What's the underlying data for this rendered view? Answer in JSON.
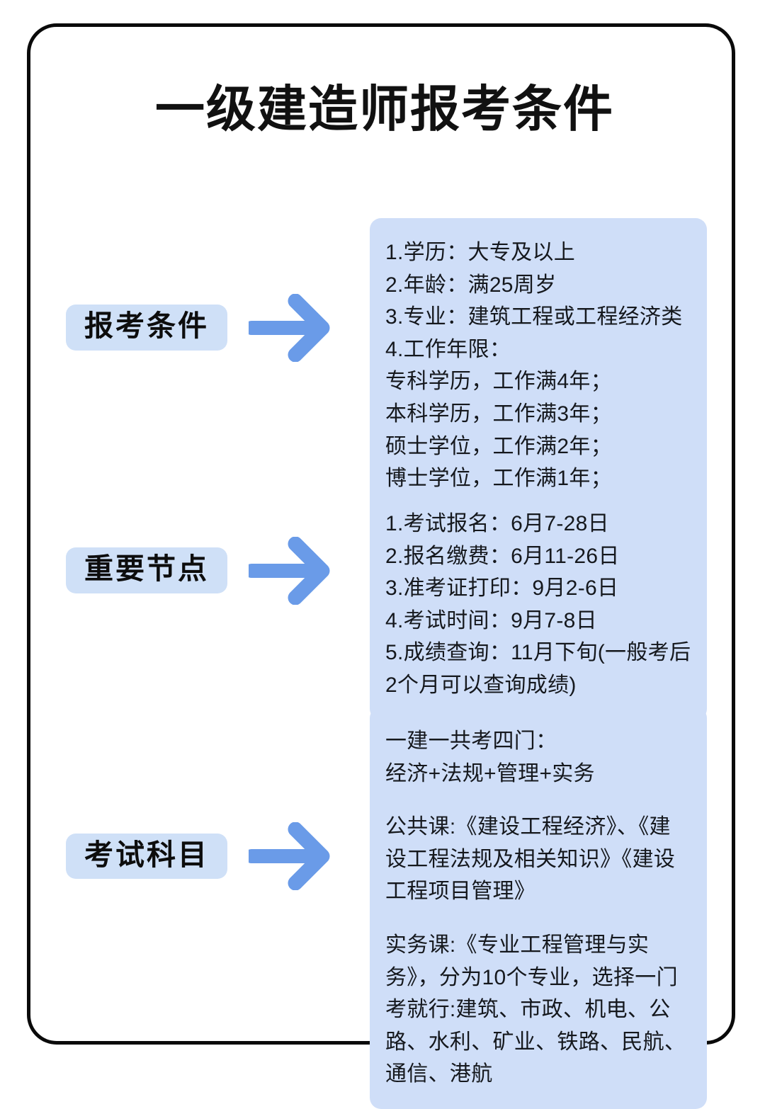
{
  "page": {
    "title": "一级建造师报考条件",
    "frame_border_color": "#0a0a0a",
    "accent_color": "#6a9be8",
    "card_color": "#cfdef8",
    "chip_color": "#cfe0f7"
  },
  "sections": [
    {
      "label": "报考条件",
      "arrow": "arrow-right-icon",
      "lines": [
        "1.学历：大专及以上",
        "2.年龄：满25周岁",
        "3.专业：建筑工程或工程经济类",
        "4.工作年限：",
        "专科学历，工作满4年；",
        "本科学历，工作满3年；",
        "硕士学位，工作满2年；",
        "博士学位，工作满1年；"
      ]
    },
    {
      "label": "重要节点",
      "arrow": "arrow-right-icon",
      "lines": [
        "1.考试报名：6月7-28日",
        "2.报名缴费：6月11-26日",
        "3.准考证打印：9月2-6日",
        "4.考试时间：9月7-8日",
        "5.成绩查询：11月下旬(一般考后2个月可以查询成绩)"
      ]
    },
    {
      "label": "考试科目",
      "arrow": "arrow-right-icon",
      "lines": [
        "一建一共考四门：",
        "经济+法规+管理+实务",
        "",
        "公共课:《建设工程经济》、《建设工程法规及相关知识》《建设工程项目管理》",
        "",
        "实务课:《专业工程管理与实务》，分为10个专业，选择一门考就行:建筑、市政、机电、公路、水利、矿业、铁路、民航、通信、港航"
      ]
    }
  ]
}
